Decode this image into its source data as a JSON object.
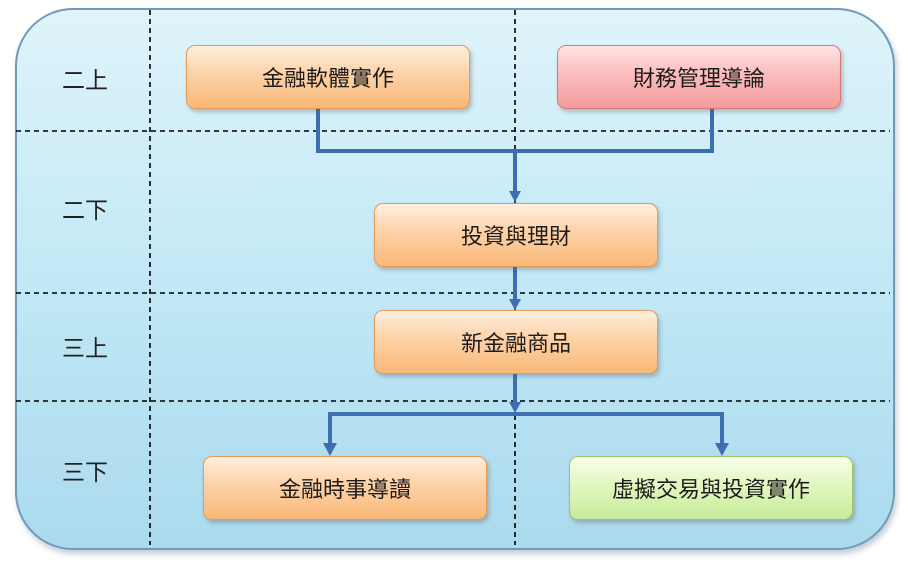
{
  "semesters": [
    "二上",
    "二下",
    "三上",
    "三下"
  ],
  "courses": {
    "financial_software": "金融軟體實作",
    "financial_management": "財務管理導論",
    "investment": "投資與理財",
    "new_products": "新金融商品",
    "current_events": "金融時事導讀",
    "virtual_trading": "虛擬交易與投資實作"
  },
  "colors": {
    "orange_box": "#fbc896",
    "pink_box": "#f8acac",
    "green_box": "#d6f2ad",
    "connector": "#3d6fb0",
    "panel": "#c6ebf7"
  }
}
